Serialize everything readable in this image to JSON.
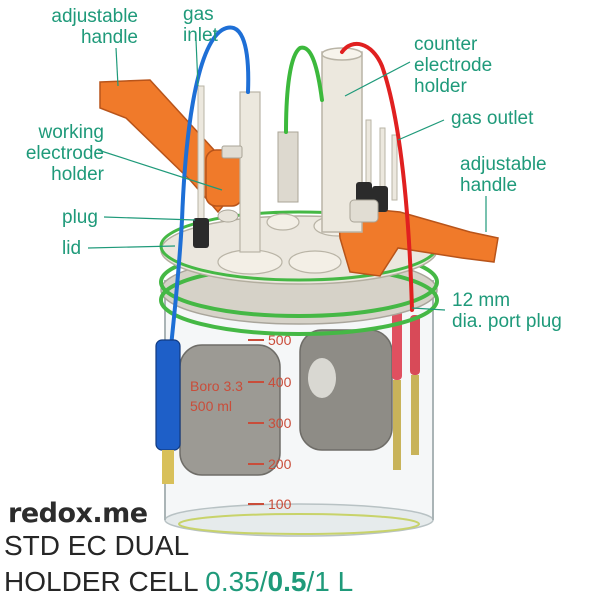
{
  "labels": {
    "adjustable_handle_left": [
      "adjustable",
      "handle"
    ],
    "gas_inlet": [
      "gas",
      "inlet"
    ],
    "counter_electrode_holder": [
      "counter",
      "electrode",
      "holder"
    ],
    "gas_outlet": "gas outlet",
    "working_electrode_holder": [
      "working",
      "electrode",
      "holder"
    ],
    "adjustable_handle_right": [
      "adjustable",
      "handle"
    ],
    "plug": "plug",
    "lid": "lid",
    "port_plug": [
      "12 mm",
      "dia. port plug"
    ]
  },
  "glass": {
    "brand_text": [
      "Boro 3.3",
      "500 ml"
    ],
    "scale": [
      "500",
      "400",
      "300",
      "200",
      "100"
    ]
  },
  "brand": {
    "name": "redox.me"
  },
  "title": {
    "line1": "STD EC DUAL",
    "line2_prefix": "HOLDER CELL ",
    "v1": "0.35",
    "sep1": "/",
    "v2": "0.5",
    "sep2": "/",
    "v3": "1 L"
  },
  "colors": {
    "accent": "#1f9a7a",
    "handle": "#f07a2a",
    "wire_blue": "#1e6fd6",
    "wire_green": "#3cb93c",
    "wire_red": "#e02020",
    "seal": "#45b845"
  }
}
